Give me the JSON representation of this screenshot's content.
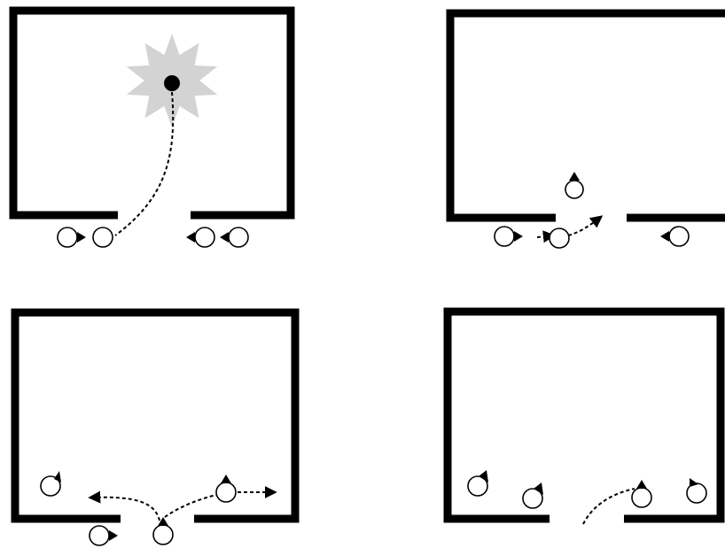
{
  "colors": {
    "background": "#ffffff",
    "wall": "#000000",
    "agent_fill": "#ffffff",
    "agent_outline": "#000000",
    "burst": "#d3d3d3",
    "burst_core": "#000000"
  },
  "panels": [
    {
      "id": "top-left",
      "has_burst": true
    },
    {
      "id": "top-right",
      "has_burst": false
    },
    {
      "id": "bottom-left",
      "has_burst": false
    },
    {
      "id": "bottom-right",
      "has_burst": false
    }
  ]
}
